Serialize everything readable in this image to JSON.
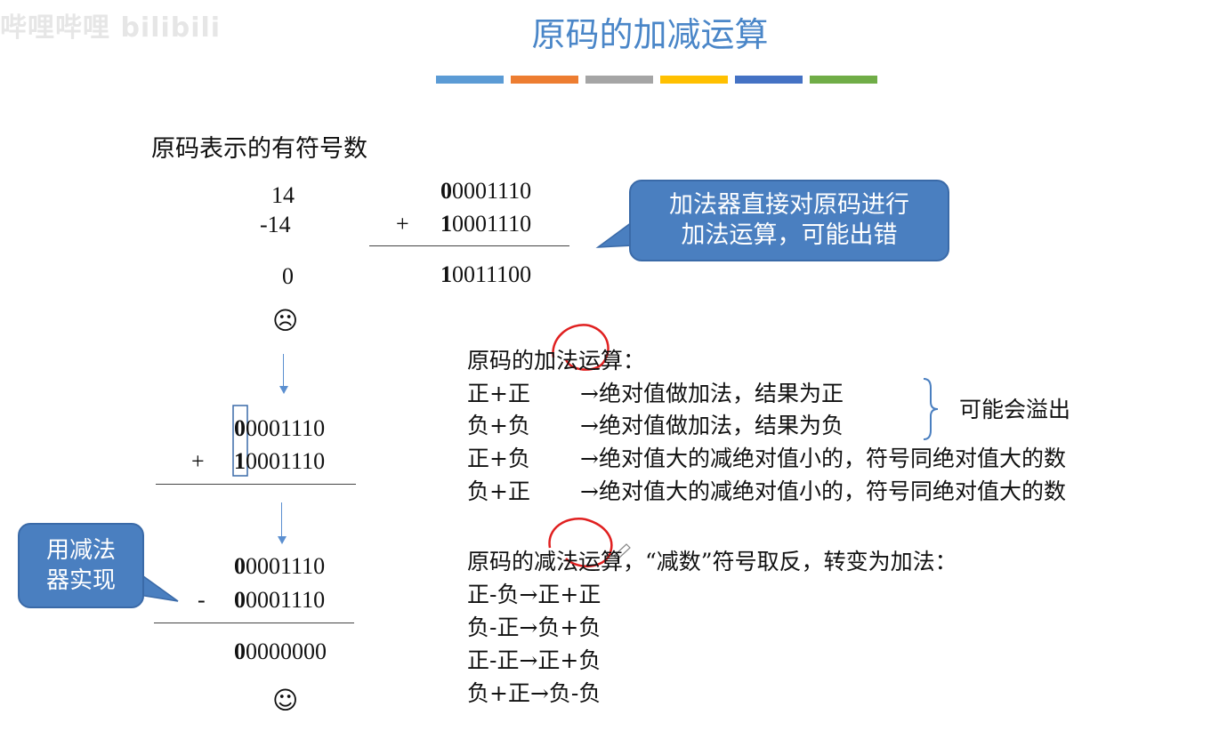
{
  "watermark": "哔哩哔哩 bilibili",
  "title": "原码的加减运算",
  "stripe_colors": [
    "#5b9bd5",
    "#ed7d31",
    "#a5a5a5",
    "#ffc000",
    "#4472c4",
    "#70ad47"
  ],
  "section_heading": "原码表示的有符号数",
  "example_top": {
    "decimal_a": "14",
    "decimal_b": "-14",
    "decimal_result": "0",
    "face": "☹",
    "bin_a_sign": "0",
    "bin_a_rest": "0001110",
    "op": "+",
    "bin_b_sign": "1",
    "bin_b_rest": "0001110",
    "bin_result_sign": "1",
    "bin_result_rest": "0011100"
  },
  "callout_adder": {
    "line1": "加法器直接对原码进行",
    "line2": "加法运算，可能出错"
  },
  "example_mid": {
    "op": "+",
    "a_sign": "0",
    "a_rest": "0001110",
    "b_sign": "1",
    "b_rest": "0001110"
  },
  "example_bottom": {
    "op": "-",
    "a_sign": "0",
    "a_rest": "0001110",
    "b_sign": "0",
    "b_rest": "0001110",
    "result_sign": "0",
    "result_rest": "0000000",
    "face": "☺"
  },
  "callout_sub": {
    "line1": "用减法",
    "line2": "器实现"
  },
  "addition": {
    "heading": "原码的加法运算：",
    "rules": [
      {
        "case": "正+正",
        "rule": "→绝对值做加法，结果为正"
      },
      {
        "case": "负+负",
        "rule": "→绝对值做加法，结果为负"
      },
      {
        "case": "正+负",
        "rule": "→绝对值大的减绝对值小的，符号同绝对值大的数"
      },
      {
        "case": "负+正",
        "rule": "→绝对值大的减绝对值小的，符号同绝对值大的数"
      }
    ],
    "overflow_note": "可能会溢出"
  },
  "subtraction": {
    "heading": "原码的减法运算，“减数”符号取反，转变为加法：",
    "rules": [
      "正-负→正+正",
      "负-正→负+负",
      "正-正→正+负",
      "负+正→负-负"
    ]
  }
}
